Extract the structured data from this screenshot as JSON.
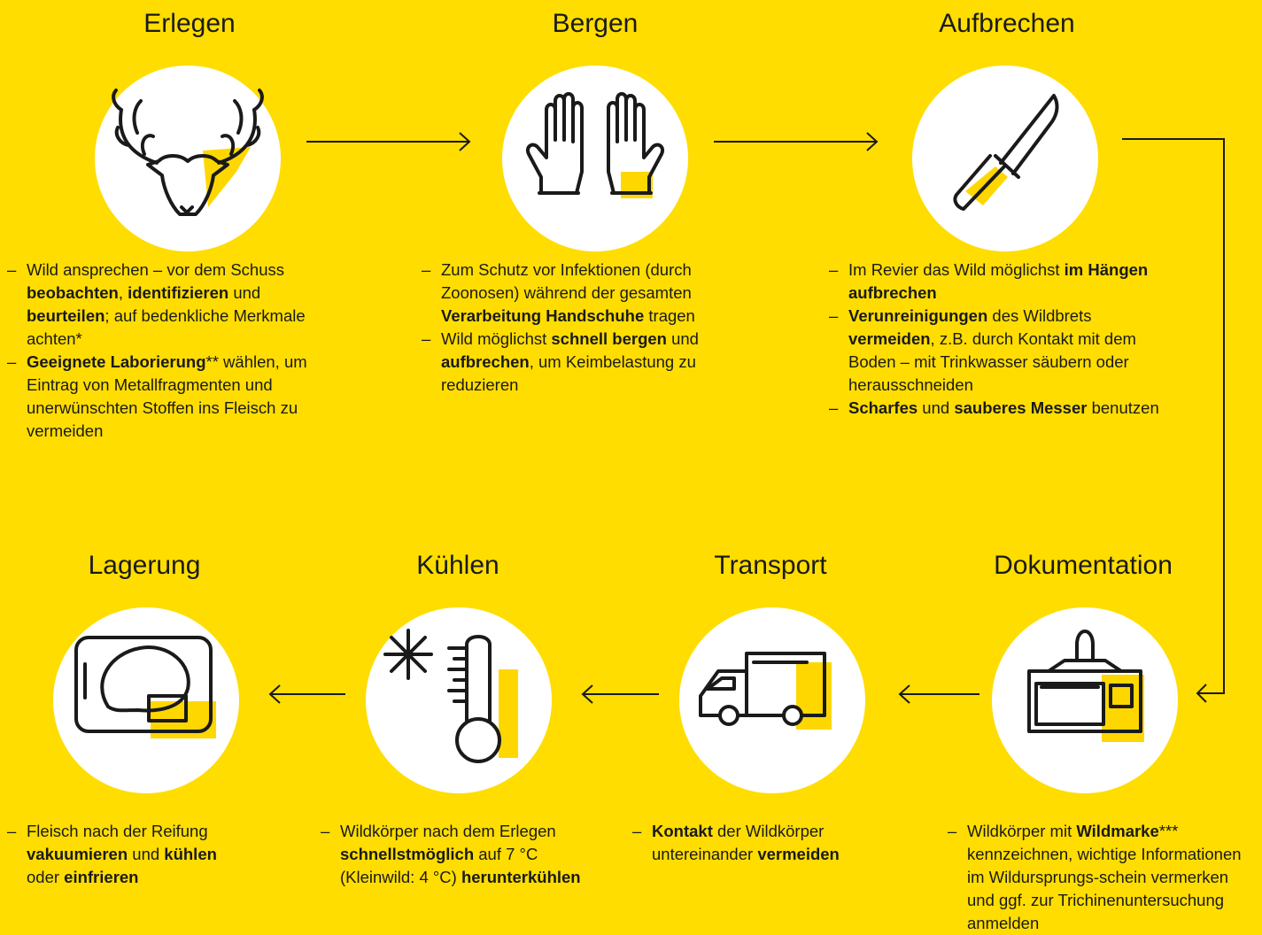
{
  "steps": [
    {
      "title": "Erlegen",
      "icon": "deer-head-icon",
      "items": [
        [
          {
            "t": "Wild ansprechen – vor dem Schuss "
          },
          {
            "t": "beobachten",
            "b": true
          },
          {
            "t": ", "
          },
          {
            "t": "identifizieren",
            "b": true
          },
          {
            "t": " und "
          },
          {
            "t": "beurteilen",
            "b": true
          },
          {
            "t": "; auf bedenkliche Merkmale achten*"
          }
        ],
        [
          {
            "t": "Geeignete Laborierung",
            "b": true
          },
          {
            "t": "** wählen, um Eintrag von Metallfragmenten und unerwünschten Stoffen ins Fleisch zu vermeiden"
          }
        ]
      ]
    },
    {
      "title": "Bergen",
      "icon": "gloves-icon",
      "items": [
        [
          {
            "t": "Zum Schutz vor Infektionen (durch Zoonosen) während der gesamten "
          },
          {
            "t": "Verarbeitung Handschuhe",
            "b": true
          },
          {
            "t": " tragen"
          }
        ],
        [
          {
            "t": "Wild möglichst "
          },
          {
            "t": "schnell bergen",
            "b": true
          },
          {
            "t": " und "
          },
          {
            "t": "aufbrechen",
            "b": true
          },
          {
            "t": ", um Keimbelastung zu reduzieren"
          }
        ]
      ]
    },
    {
      "title": "Aufbrechen",
      "icon": "knife-icon",
      "items": [
        [
          {
            "t": "Im Revier das Wild möglichst "
          },
          {
            "t": "im Hängen aufbrechen",
            "b": true
          }
        ],
        [
          {
            "t": "Verunreinigungen",
            "b": true
          },
          {
            "t": " des Wildbrets "
          },
          {
            "t": "vermeiden",
            "b": true
          },
          {
            "t": ", z.B. durch Kontakt mit dem Boden – mit Trinkwasser säubern oder herausschneiden"
          }
        ],
        [
          {
            "t": "Scharfes",
            "b": true
          },
          {
            "t": " und "
          },
          {
            "t": "sauberes Messer",
            "b": true
          },
          {
            "t": " benutzen"
          }
        ]
      ]
    },
    {
      "title": "Dokumentation",
      "icon": "tag-label-icon",
      "items": [
        [
          {
            "t": "Wildkörper mit "
          },
          {
            "t": "Wildmarke",
            "b": true
          },
          {
            "t": "*** kennzeichnen, wichtige Informationen im Wildursprungs-schein vermerken und ggf. zur Trichinenuntersuchung anmelden"
          }
        ]
      ]
    },
    {
      "title": "Transport",
      "icon": "truck-icon",
      "items": [
        [
          {
            "t": "Kontakt",
            "b": true
          },
          {
            "t": " der Wildkörper untereinander "
          },
          {
            "t": "vermeiden",
            "b": true
          }
        ]
      ]
    },
    {
      "title": "Kühlen",
      "icon": "thermometer-snowflake-icon",
      "items": [
        [
          {
            "t": "Wildkörper nach dem Erlegen "
          },
          {
            "t": "schnellstmöglich",
            "b": true
          },
          {
            "t": " auf 7 °C (Kleinwild: 4 °C) "
          },
          {
            "t": "herunterkühlen",
            "b": true
          }
        ]
      ]
    },
    {
      "title": "Lagerung",
      "icon": "vacuum-pack-icon",
      "items": [
        [
          {
            "t": "Fleisch nach der Reifung "
          },
          {
            "t": "vakuumieren",
            "b": true
          },
          {
            "t": " und "
          },
          {
            "t": "kühlen",
            "b": true
          },
          {
            "t": " oder "
          },
          {
            "t": "einfrieren",
            "b": true
          }
        ]
      ]
    }
  ],
  "colors": {
    "background": "#FFDD00",
    "accent": "#FFD700",
    "line": "#1a1a1a",
    "circle": "#ffffff"
  }
}
